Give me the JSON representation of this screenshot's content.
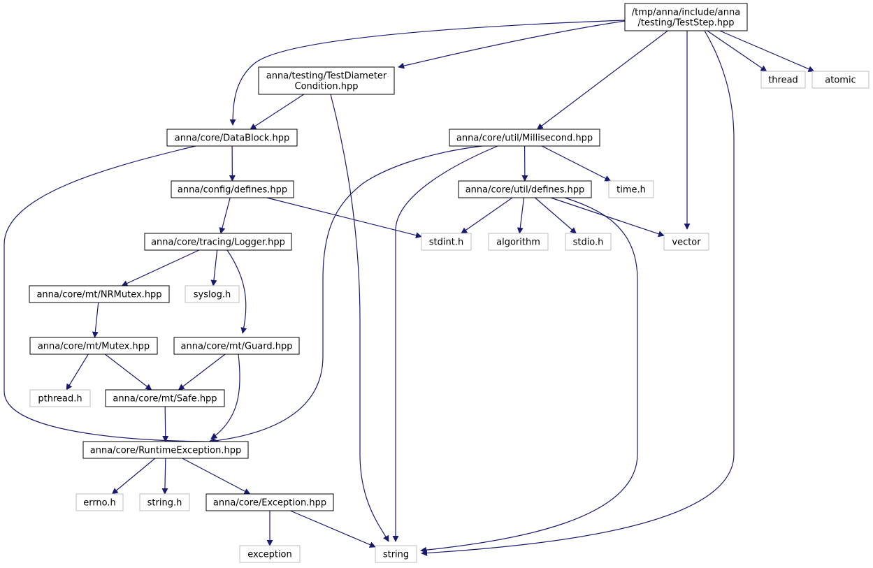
{
  "colors": {
    "root_fill": "#bfbfbf",
    "documented_border": "#000000",
    "system_border": "#bfbfbf",
    "edge": "#191970",
    "text": "#000000"
  },
  "nodes": [
    {
      "id": "teststep",
      "lines": [
        "/tmp/anna/include/anna",
        "/testing/TestStep.hpp"
      ],
      "kind": "root"
    },
    {
      "id": "diameter",
      "lines": [
        "anna/testing/TestDiameter",
        "Condition.hpp"
      ],
      "kind": "documented"
    },
    {
      "id": "thread",
      "lines": [
        "thread"
      ],
      "kind": "system"
    },
    {
      "id": "atomic",
      "lines": [
        "atomic"
      ],
      "kind": "system"
    },
    {
      "id": "datablock",
      "lines": [
        "anna/core/DataBlock.hpp"
      ],
      "kind": "documented"
    },
    {
      "id": "millisecond",
      "lines": [
        "anna/core/util/Millisecond.hpp"
      ],
      "kind": "documented"
    },
    {
      "id": "configdefines",
      "lines": [
        "anna/config/defines.hpp"
      ],
      "kind": "documented"
    },
    {
      "id": "utildefines",
      "lines": [
        "anna/core/util/defines.hpp"
      ],
      "kind": "documented"
    },
    {
      "id": "timeh",
      "lines": [
        "time.h"
      ],
      "kind": "system"
    },
    {
      "id": "logger",
      "lines": [
        "anna/core/tracing/Logger.hpp"
      ],
      "kind": "documented"
    },
    {
      "id": "stdint",
      "lines": [
        "stdint.h"
      ],
      "kind": "system"
    },
    {
      "id": "algorithm",
      "lines": [
        "algorithm"
      ],
      "kind": "system"
    },
    {
      "id": "stdio",
      "lines": [
        "stdio.h"
      ],
      "kind": "system"
    },
    {
      "id": "vector",
      "lines": [
        "vector"
      ],
      "kind": "system"
    },
    {
      "id": "nrmutex",
      "lines": [
        "anna/core/mt/NRMutex.hpp"
      ],
      "kind": "documented"
    },
    {
      "id": "syslog",
      "lines": [
        "syslog.h"
      ],
      "kind": "system"
    },
    {
      "id": "mutex",
      "lines": [
        "anna/core/mt/Mutex.hpp"
      ],
      "kind": "documented"
    },
    {
      "id": "guard",
      "lines": [
        "anna/core/mt/Guard.hpp"
      ],
      "kind": "documented"
    },
    {
      "id": "pthread",
      "lines": [
        "pthread.h"
      ],
      "kind": "system"
    },
    {
      "id": "safe",
      "lines": [
        "anna/core/mt/Safe.hpp"
      ],
      "kind": "documented"
    },
    {
      "id": "runtimeexc",
      "lines": [
        "anna/core/RuntimeException.hpp"
      ],
      "kind": "documented"
    },
    {
      "id": "errno",
      "lines": [
        "errno.h"
      ],
      "kind": "system"
    },
    {
      "id": "stringh",
      "lines": [
        "string.h"
      ],
      "kind": "system"
    },
    {
      "id": "exception_hpp",
      "lines": [
        "anna/core/Exception.hpp"
      ],
      "kind": "documented"
    },
    {
      "id": "exception",
      "lines": [
        "exception"
      ],
      "kind": "system"
    },
    {
      "id": "string",
      "lines": [
        "string"
      ],
      "kind": "system"
    }
  ],
  "edges": [
    {
      "from": "teststep",
      "to": "diameter"
    },
    {
      "from": "teststep",
      "to": "datablock"
    },
    {
      "from": "teststep",
      "to": "millisecond"
    },
    {
      "from": "teststep",
      "to": "vector"
    },
    {
      "from": "teststep",
      "to": "thread"
    },
    {
      "from": "teststep",
      "to": "atomic"
    },
    {
      "from": "teststep",
      "to": "string"
    },
    {
      "from": "diameter",
      "to": "datablock"
    },
    {
      "from": "diameter",
      "to": "string"
    },
    {
      "from": "datablock",
      "to": "configdefines"
    },
    {
      "from": "datablock",
      "to": "runtimeexc"
    },
    {
      "from": "millisecond",
      "to": "utildefines"
    },
    {
      "from": "millisecond",
      "to": "timeh"
    },
    {
      "from": "millisecond",
      "to": "runtimeexc"
    },
    {
      "from": "millisecond",
      "to": "string"
    },
    {
      "from": "configdefines",
      "to": "logger"
    },
    {
      "from": "configdefines",
      "to": "stdint"
    },
    {
      "from": "utildefines",
      "to": "stdint"
    },
    {
      "from": "utildefines",
      "to": "algorithm"
    },
    {
      "from": "utildefines",
      "to": "stdio"
    },
    {
      "from": "utildefines",
      "to": "vector"
    },
    {
      "from": "utildefines",
      "to": "string"
    },
    {
      "from": "logger",
      "to": "nrmutex"
    },
    {
      "from": "logger",
      "to": "syslog"
    },
    {
      "from": "logger",
      "to": "guard"
    },
    {
      "from": "nrmutex",
      "to": "mutex"
    },
    {
      "from": "mutex",
      "to": "pthread"
    },
    {
      "from": "mutex",
      "to": "safe"
    },
    {
      "from": "guard",
      "to": "safe"
    },
    {
      "from": "guard",
      "to": "runtimeexc"
    },
    {
      "from": "safe",
      "to": "runtimeexc"
    },
    {
      "from": "runtimeexc",
      "to": "errno"
    },
    {
      "from": "runtimeexc",
      "to": "stringh"
    },
    {
      "from": "runtimeexc",
      "to": "exception_hpp"
    },
    {
      "from": "exception_hpp",
      "to": "exception"
    },
    {
      "from": "exception_hpp",
      "to": "string"
    }
  ]
}
